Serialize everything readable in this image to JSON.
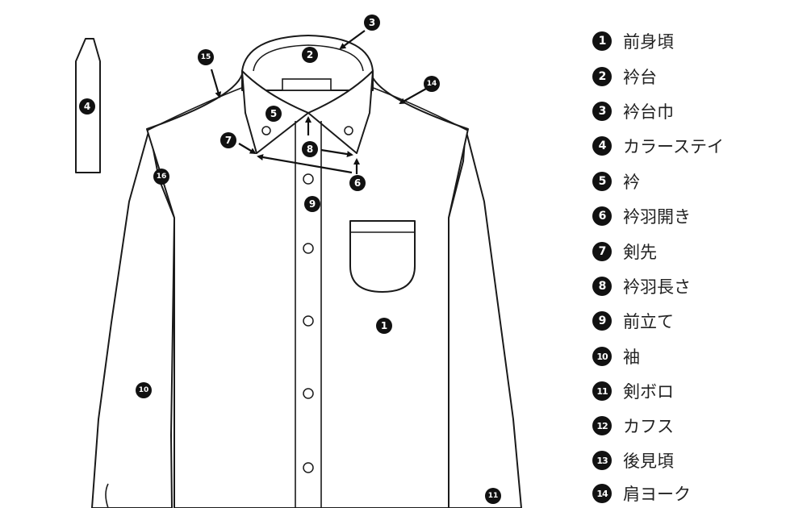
{
  "markers": {
    "front_body": "1",
    "collar_stand": "2",
    "collar_stand_width": "3",
    "collar_stay": "4",
    "collar": "5",
    "collar_spread": "6",
    "collar_point": "7",
    "collar_point_length": "8",
    "placket": "9",
    "sleeve": "10",
    "sleeve_placket": "11",
    "shoulder_yoke": "14",
    "collar_stand_top": "15",
    "armhole": "16"
  },
  "legend": [
    {
      "num": "1",
      "label": "前身頃"
    },
    {
      "num": "2",
      "label": "衿台"
    },
    {
      "num": "3",
      "label": "衿台巾"
    },
    {
      "num": "4",
      "label": "カラーステイ"
    },
    {
      "num": "5",
      "label": "衿"
    },
    {
      "num": "6",
      "label": "衿羽開き"
    },
    {
      "num": "7",
      "label": "剣先"
    },
    {
      "num": "8",
      "label": "衿羽長さ"
    },
    {
      "num": "9",
      "label": "前立て"
    },
    {
      "num": "10",
      "label": "袖"
    },
    {
      "num": "11",
      "label": "剣ボロ"
    },
    {
      "num": "12",
      "label": "カフス"
    },
    {
      "num": "13",
      "label": "後見頃"
    },
    {
      "num": "14",
      "label": "肩ヨーク"
    }
  ]
}
